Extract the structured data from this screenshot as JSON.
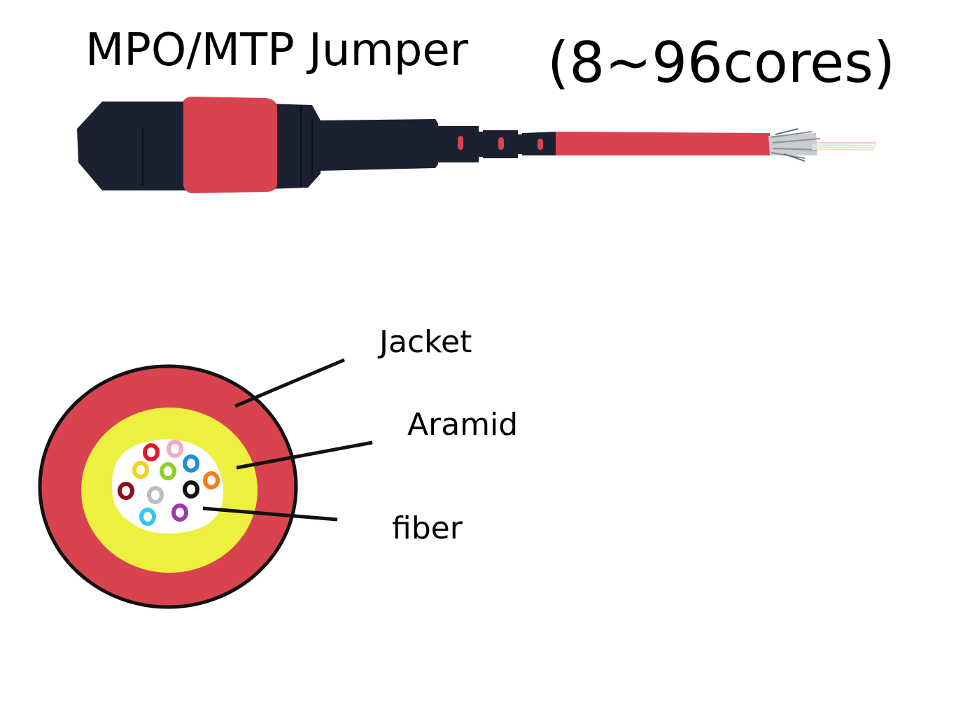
{
  "title": "MPO/MTP Jumper",
  "subtitle": "(8~96cores)",
  "labels": {
    "jacket": "Jacket",
    "aramid": "Aramid",
    "fiber": "fiber"
  },
  "colors": {
    "jacket": "#d9434f",
    "aramid": "#eef03f",
    "connector_body": "#1a2030",
    "fiber_core": "#ffffff"
  },
  "fiber_colors": [
    "#e0192a",
    "#f4a9c4",
    "#f1d21c",
    "#8fce2d",
    "#1e8fd6",
    "#f47c20",
    "#8a0f1c",
    "#bdbdbd",
    "#111111",
    "#35c7ef",
    "#9b3aa8"
  ]
}
